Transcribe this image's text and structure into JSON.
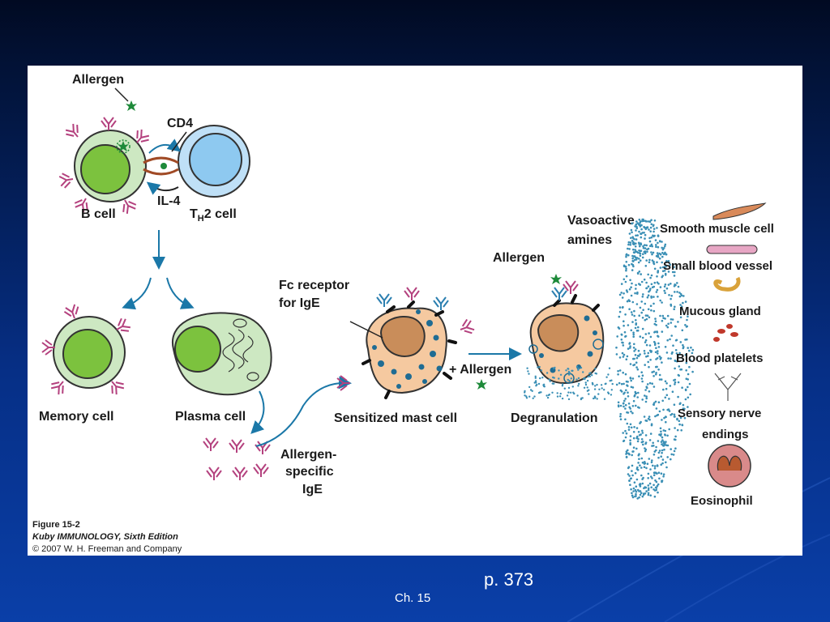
{
  "slide": {
    "page_ref": "p. 373",
    "chapter": "Ch. 15",
    "colors": {
      "background_top": "#010a22",
      "background_bottom": "#0a3fa8",
      "panel": "#ffffff",
      "b_cell": "#cde8c2",
      "nucleus_green": "#7cc23e",
      "th2_cell": "#bfe0f7",
      "mast_cell": "#f5c9a0",
      "granule_blue": "#1f6c93",
      "antibody_pink": "#b4417e",
      "allergen_green": "#1e8a3a",
      "arrow_blue": "#1b78a8"
    }
  },
  "figure": {
    "labels": {
      "allergen_top": "Allergen",
      "cd4": "CD4",
      "il4": "IL-4",
      "b_cell": "B cell",
      "th2_prefix": "T",
      "th2_sub": "H",
      "th2_suffix": "2 cell",
      "memory_cell": "Memory cell",
      "plasma_cell": "Plasma cell",
      "fc_receptor_line1": "Fc receptor",
      "fc_receptor_line2": "for IgE",
      "sensitized_mast_cell": "Sensitized mast cell",
      "allergen_specific_line1": "Allergen-",
      "allergen_specific_line2": "specific",
      "allergen_specific_line3": "IgE",
      "plus_allergen": "+ Allergen",
      "allergen_degran": "Allergen",
      "degranulation": "Degranulation",
      "vasoactive_line1": "Vasoactive",
      "vasoactive_line2": "amines"
    },
    "targets": [
      "Smooth muscle cell",
      "Small blood vessel",
      "Mucous gland",
      "Blood platelets",
      "Sensory nerve",
      "endings",
      "Eosinophil"
    ],
    "caption": {
      "figure_number": "Figure 15-2",
      "book": "Kuby IMMUNOLOGY, Sixth Edition",
      "copyright": "© 2007 W. H. Freeman and Company"
    }
  }
}
